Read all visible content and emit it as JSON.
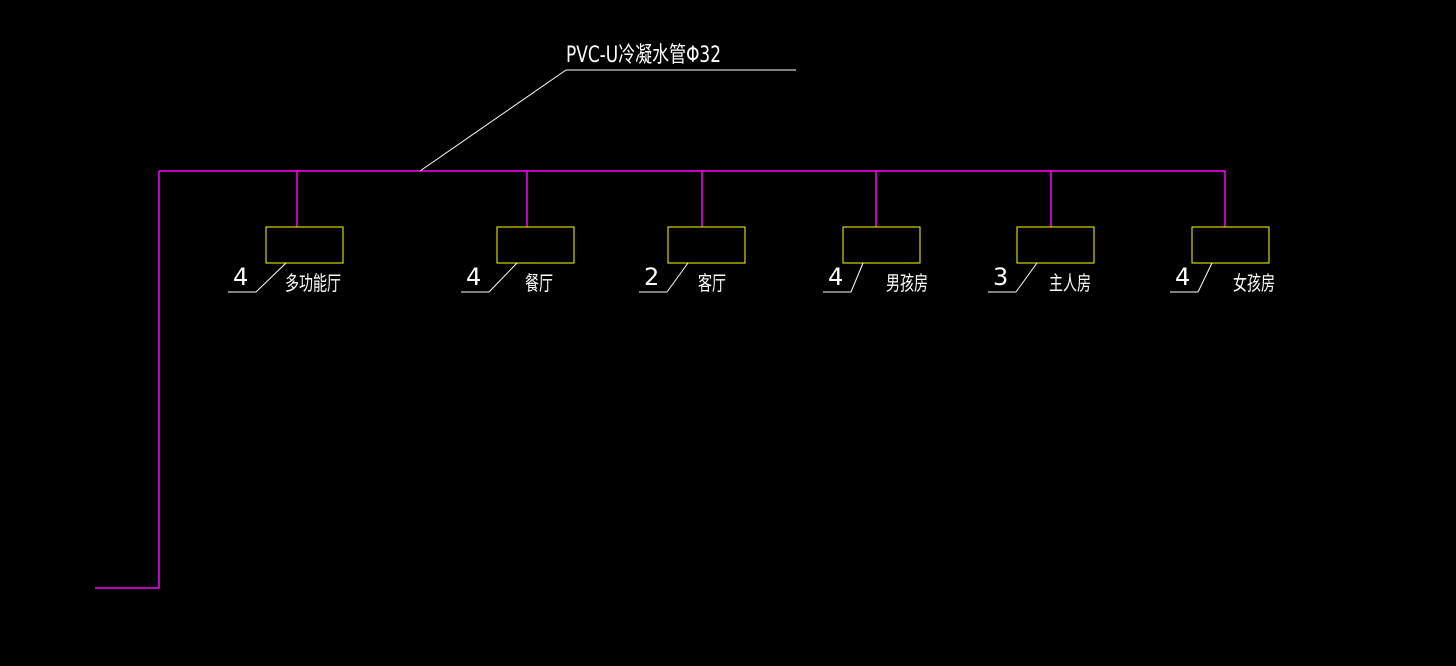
{
  "colors": {
    "background": "#000000",
    "pipe": "#ff00ff",
    "unit": "#ffff00",
    "annotation": "#ffffff"
  },
  "pipe_label": "PVC-U冷凝水管Φ32",
  "units": [
    {
      "count": "4",
      "room": "多功能厅"
    },
    {
      "count": "4",
      "room": "餐厅"
    },
    {
      "count": "2",
      "room": "客厅"
    },
    {
      "count": "4",
      "room": "男孩房"
    },
    {
      "count": "3",
      "room": "主人房"
    },
    {
      "count": "4",
      "room": "女孩房"
    }
  ]
}
